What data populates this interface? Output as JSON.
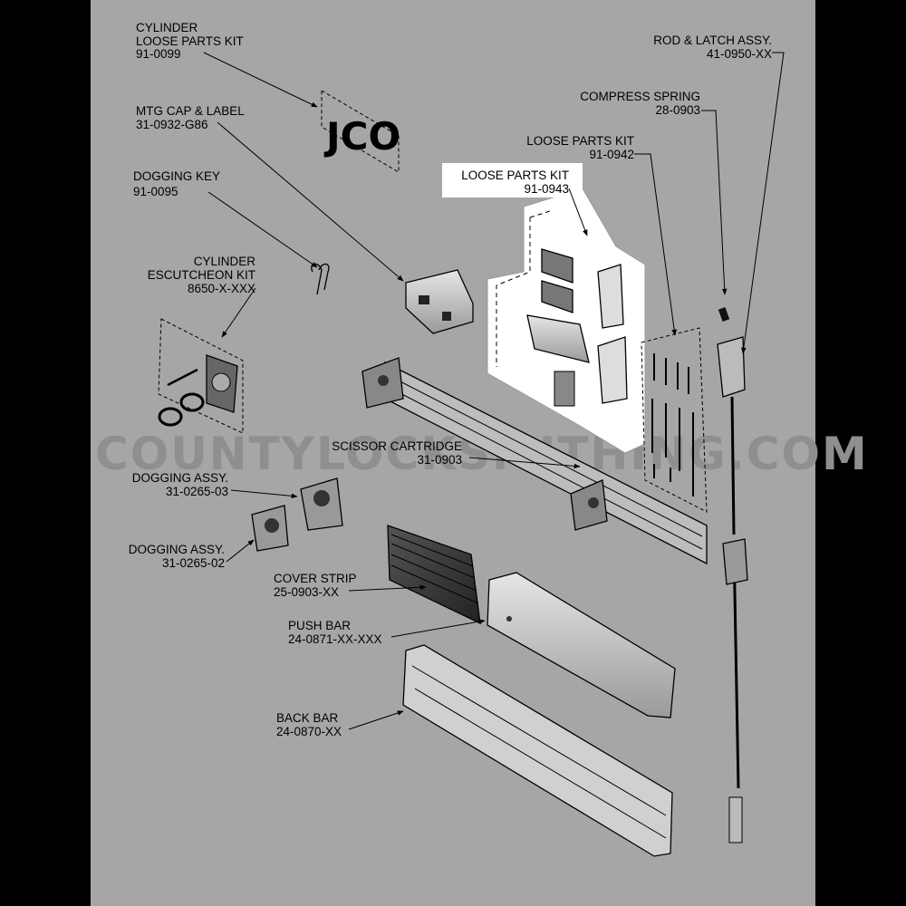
{
  "watermark": "COUNTYLOCKSMITHING.COM",
  "logo_text": "JCO",
  "labels": {
    "cylinder_loose_parts": {
      "name": [
        "CYLINDER",
        "LOOSE PARTS KIT"
      ],
      "number": "91-0099"
    },
    "mtg_cap": {
      "name": [
        "MTG CAP & LABEL"
      ],
      "number": "31-0932-G86"
    },
    "dogging_key": {
      "name": [
        "DOGGING KEY"
      ],
      "number": "91-0095"
    },
    "cylinder_escutcheon": {
      "name": [
        "CYLINDER",
        "ESCUTCHEON KIT"
      ],
      "number": "8650-X-XXX"
    },
    "dogging_assy_03": {
      "name": [
        "DOGGING ASSY."
      ],
      "number": "31-0265-03"
    },
    "dogging_assy_02": {
      "name": [
        "DOGGING ASSY."
      ],
      "number": "31-0265-02"
    },
    "cover_strip": {
      "name": [
        "COVER STRIP"
      ],
      "number": "25-0903-XX"
    },
    "push_bar": {
      "name": [
        "PUSH BAR"
      ],
      "number": "24-0871-XX-XXX"
    },
    "back_bar": {
      "name": [
        "BACK BAR"
      ],
      "number": "24-0870-XX"
    },
    "scissor_cartridge": {
      "name": [
        "SCISSOR CARTRIDGE"
      ],
      "number": "31-0903"
    },
    "loose_parts_0943": {
      "name": [
        "LOOSE PARTS KIT"
      ],
      "number": "91-0943"
    },
    "loose_parts_0942": {
      "name": [
        "LOOSE PARTS KIT"
      ],
      "number": "91-0942"
    },
    "compress_spring": {
      "name": [
        "COMPRESS SPRING"
      ],
      "number": "28-0903"
    },
    "rod_latch": {
      "name": [
        "ROD & LATCH ASSY."
      ],
      "number": "41-0950-XX"
    }
  }
}
